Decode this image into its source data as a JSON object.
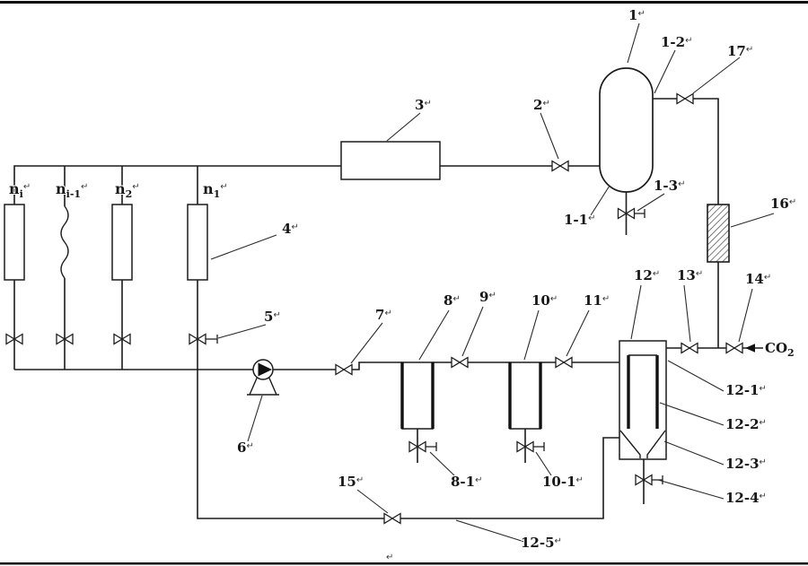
{
  "figure": {
    "background": "#ffffff",
    "line_color": "#1c1c1c",
    "return_mark": "↵",
    "co2": {
      "base": "CO",
      "sub": "2"
    },
    "columns": [
      {
        "id": "n_i",
        "base": "n",
        "sub": "i"
      },
      {
        "id": "n_i_minus_1",
        "base": "n",
        "sub": "i-1"
      },
      {
        "id": "n_2",
        "base": "n",
        "sub": "2"
      },
      {
        "id": "n_1",
        "base": "n",
        "sub": "1"
      }
    ],
    "part_labels": {
      "p1": "1",
      "p1_1": "1-1",
      "p1_2": "1-2",
      "p1_3": "1-3",
      "p2": "2",
      "p3": "3",
      "p4": "4",
      "p5": "5",
      "p6": "6",
      "p7": "7",
      "p8": "8",
      "p8_1": "8-1",
      "p9": "9",
      "p10": "10",
      "p10_1": "10-1",
      "p11": "11",
      "p12": "12",
      "p12_1": "12-1",
      "p12_2": "12-2",
      "p12_3": "12-3",
      "p12_4": "12-4",
      "p12_5": "12-5",
      "p13": "13",
      "p14": "14",
      "p15": "15",
      "p16": "16",
      "p17": "17"
    }
  }
}
